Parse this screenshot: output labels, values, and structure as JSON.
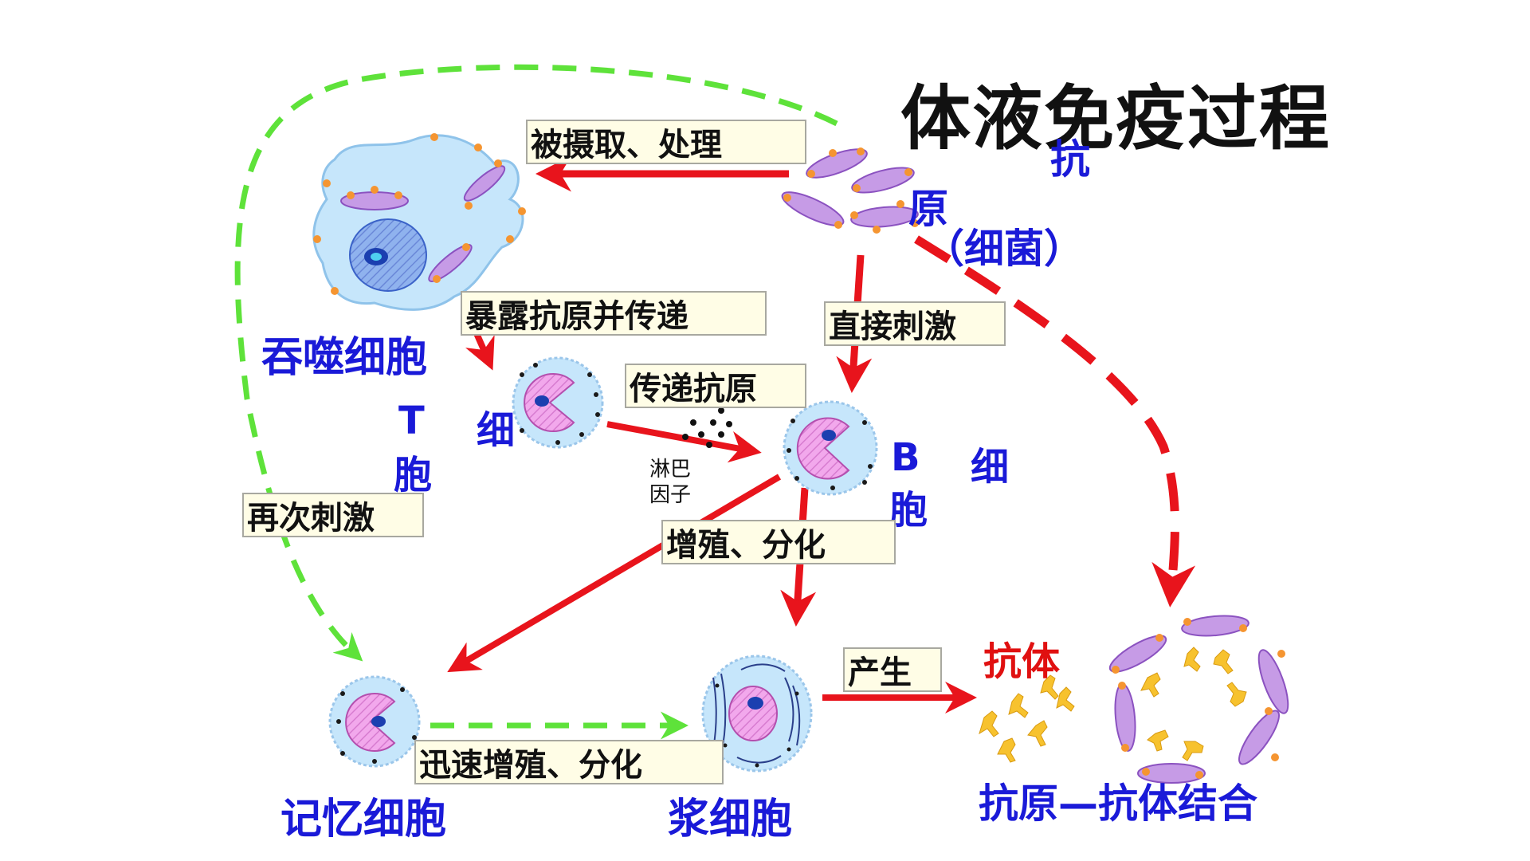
{
  "title": "体液免疫过程",
  "labels": {
    "antigen_1": "抗",
    "antigen_2": "原",
    "antigen_3": "（细菌）",
    "macrophage": "吞噬细胞",
    "t_cell_1": "T",
    "t_cell_2": "细",
    "t_cell_3": "胞",
    "b_cell_1": "B",
    "b_cell_2": "细",
    "b_cell_3": "胞",
    "memory_cell": "记忆细胞",
    "plasma_cell": "浆细胞",
    "antibody": "抗体",
    "binding": "抗原—抗体结合",
    "lymphokine_1": "淋巴",
    "lymphokine_2": "因子"
  },
  "steps": {
    "ingest": "被摄取、处理",
    "expose": "暴露抗原并传递",
    "transfer": "传递抗原",
    "direct": "直接刺激",
    "restimulate": "再次刺激",
    "proliferate": "增殖、分化",
    "rapid": "迅速增殖、分化",
    "produce": "产生"
  },
  "colors": {
    "red_arrow": "#e8141c",
    "green_dash": "#5ee23a",
    "label_blue": "#1a1ad8",
    "box_fill": "#fffde6",
    "cell_fill": "#c6e6fb",
    "nucleus_pink": "#ef9ce8",
    "bacteria": "#c69be6",
    "antibody": "#f7c22e"
  }
}
